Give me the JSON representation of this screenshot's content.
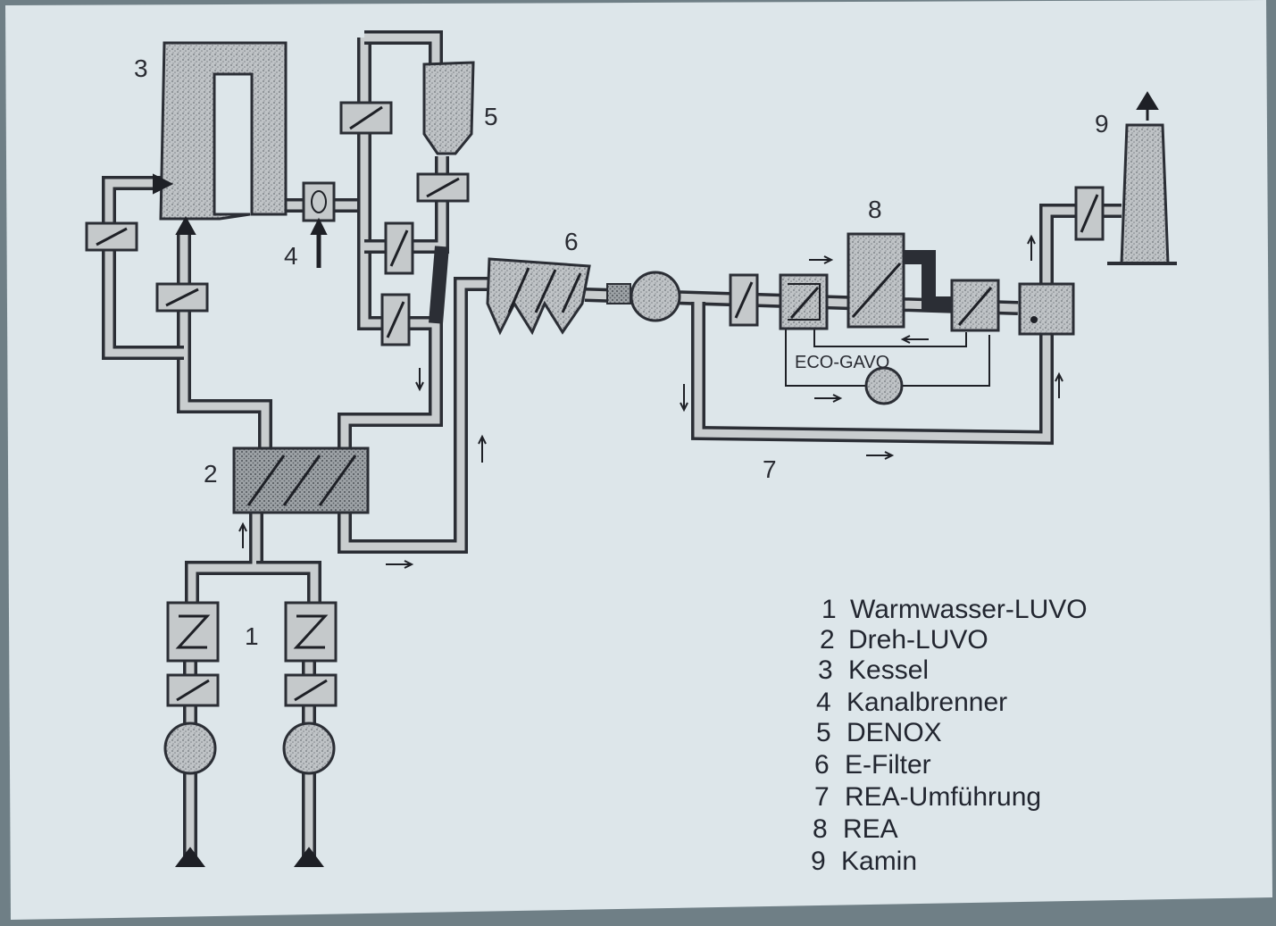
{
  "diagram": {
    "component_numbers": {
      "n1": "1",
      "n2": "2",
      "n3": "3",
      "n4": "4",
      "n5": "5",
      "n6": "6",
      "n7": "7",
      "n8": "8",
      "n9": "9"
    },
    "eco_gavo_label": "ECO-GAVO"
  },
  "legend": [
    {
      "num": "1",
      "text": "Warmwasser-LUVO"
    },
    {
      "num": "2",
      "text": "Dreh-LUVO"
    },
    {
      "num": "3",
      "text": "Kessel"
    },
    {
      "num": "4",
      "text": "Kanalbrenner"
    },
    {
      "num": "5",
      "text": "DENOX"
    },
    {
      "num": "6",
      "text": "E-Filter"
    },
    {
      "num": "7",
      "text": "REA-Umführung"
    },
    {
      "num": "8",
      "text": "REA"
    },
    {
      "num": "9",
      "text": "Kamin"
    }
  ],
  "colors": {
    "paper": "#dde6ea",
    "ink": "#2b2e35",
    "fill": "#a9adb0"
  }
}
